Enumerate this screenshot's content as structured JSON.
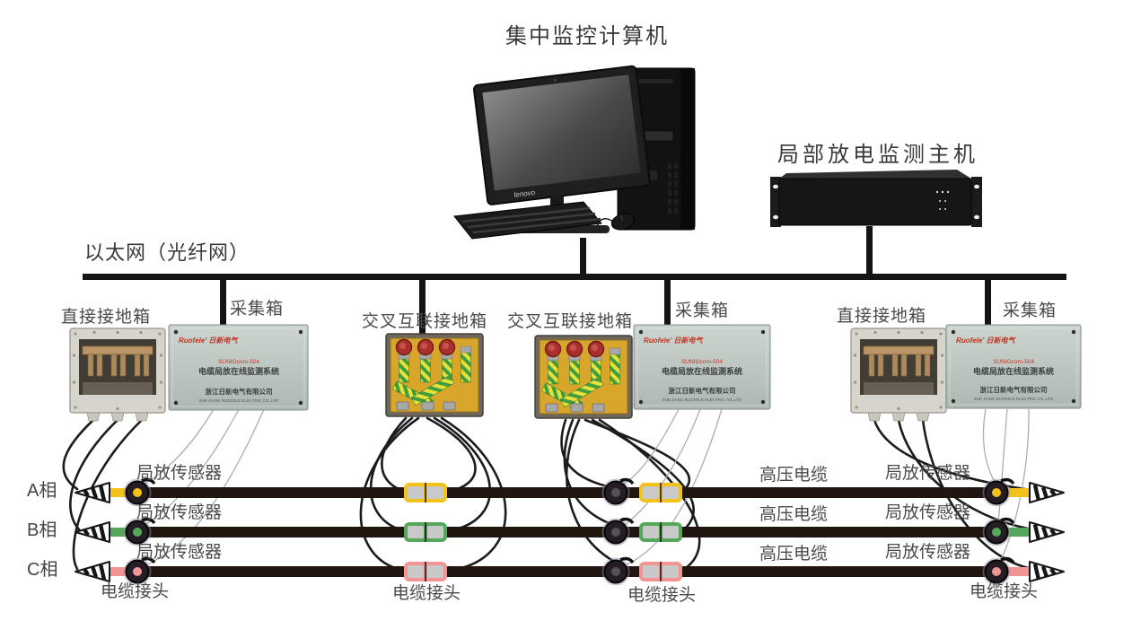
{
  "titles": {
    "computer": "集中监控计算机",
    "host": "局部放电监测主机",
    "ethernet": "以太网（光纤网）"
  },
  "box_labels": {
    "direct_left": "直接接地箱",
    "collect_left": "采集箱",
    "cross_left": "交叉互联接地箱",
    "cross_right": "交叉互联接地箱",
    "collect_mid": "采集箱",
    "direct_right": "直接接地箱",
    "collect_right": "采集箱"
  },
  "panel_text": {
    "brand": "Ruofele′ 日新电气",
    "model": "SUNIGcom-504",
    "product": "电缆局放在线监测系统",
    "company": "浙江日新电气有限公司",
    "company_en": "ZHE JIANG RUOFELE ELECTRIC CO.,LTD"
  },
  "phases": [
    {
      "label": "A相",
      "color": "#f2c21a"
    },
    {
      "label": "B相",
      "color": "#55a85a"
    },
    {
      "label": "C相",
      "color": "#f29494"
    }
  ],
  "repeat_labels": {
    "sensor": "局放传感器",
    "hv_cable": "高压电缆",
    "joint": "电缆接头"
  },
  "computer": {
    "logo": "lenovo"
  },
  "colors": {
    "cable": "#20150f",
    "bus": "#141414",
    "joint_inner": "#c9c9c9"
  }
}
